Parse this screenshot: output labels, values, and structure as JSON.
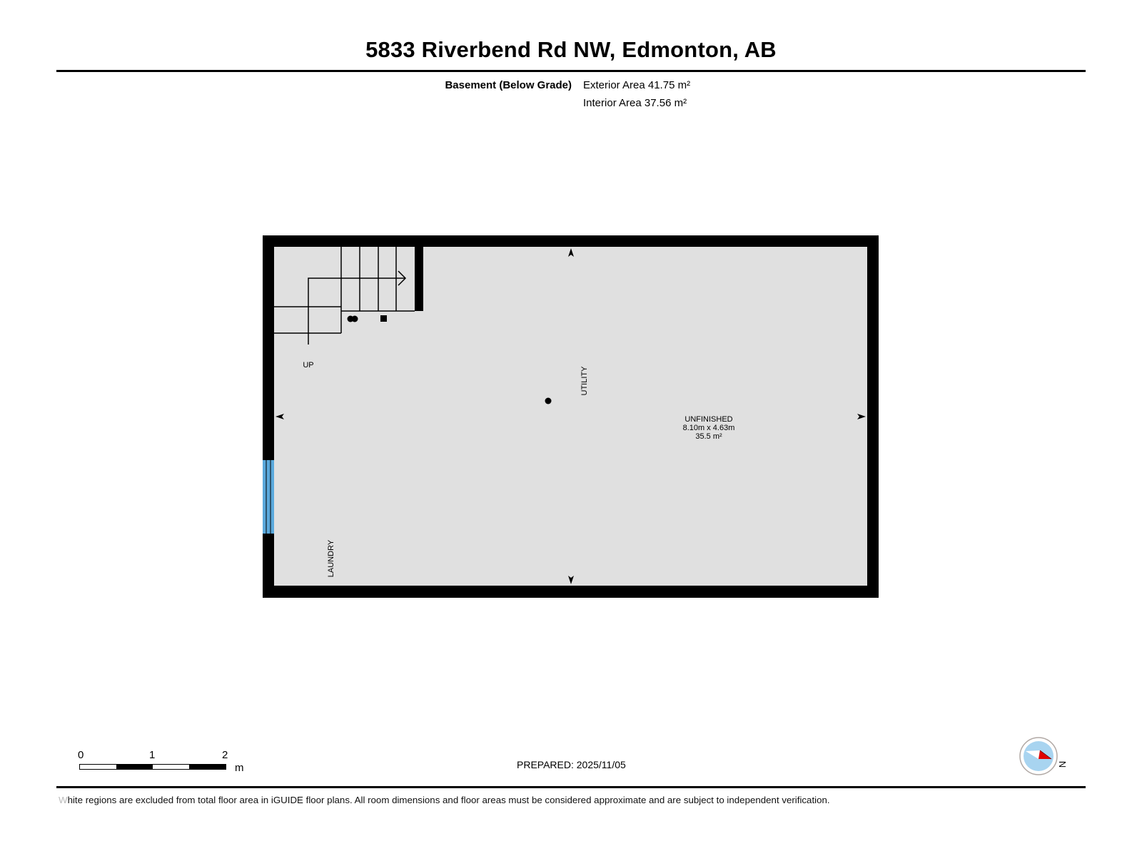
{
  "header": {
    "title": "5833 Riverbend Rd NW, Edmonton, AB"
  },
  "level": {
    "name": "Basement (Below Grade)",
    "exterior_area": "Exterior Area 41.75 m²",
    "interior_area": "Interior Area 37.56 m²"
  },
  "floor_plan": {
    "rooms": [
      {
        "name": "UNFINISHED",
        "dimensions": "8.10m x 4.63m",
        "area": "35.5 m²"
      }
    ],
    "labels": {
      "stairs": "UP",
      "utility": "UTILITY",
      "laundry": "LAUNDRY"
    },
    "colors": {
      "wall": "#000000",
      "floor": "#e0e0e0",
      "window": "#5aa9dc",
      "compass_ring": "#b0a8a4",
      "compass_fill": "#a8d4f0",
      "compass_north": "#e00000"
    }
  },
  "scale": {
    "ticks": [
      "0",
      "1",
      "2"
    ],
    "unit": "m"
  },
  "footer": {
    "prepared": "PREPARED: 2025/11/05",
    "disclaimer_first": "W",
    "disclaimer_rest": "hite regions are excluded from total floor area in iGUIDE floor plans. All room dimensions and floor areas must be considered approximate and are subject to independent verification.",
    "compass_label": "N"
  }
}
